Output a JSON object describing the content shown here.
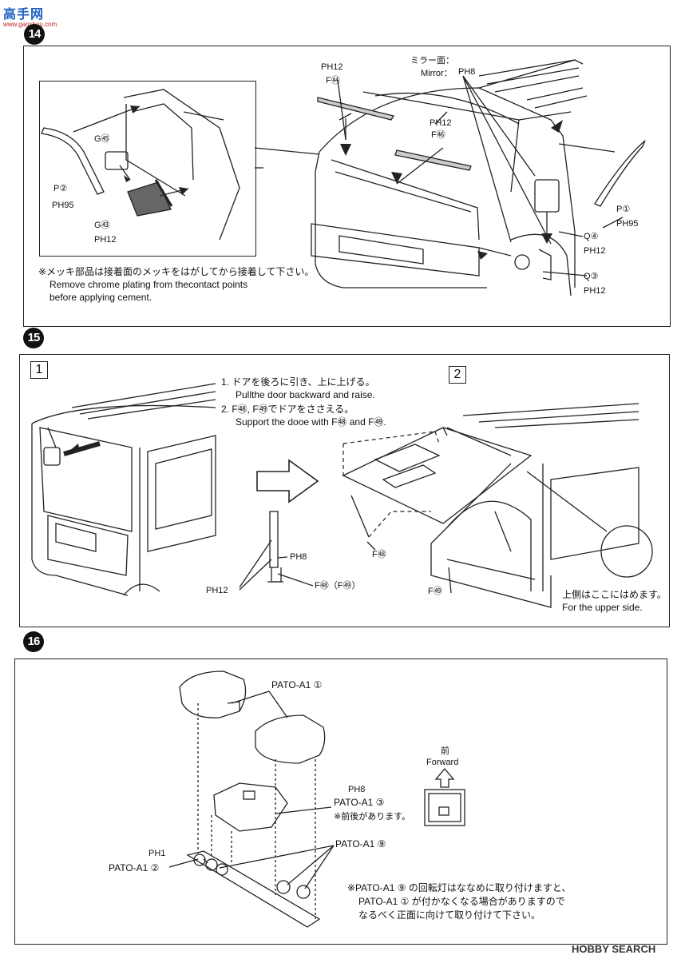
{
  "header_logo": {
    "site": "高手网",
    "url_text": "www.gaoshou.com"
  },
  "steps": {
    "s14": {
      "number": "14",
      "labels": {
        "g55": "G㊺",
        "p2": "P②",
        "ph95_left": "PH95",
        "g53": "G㊸",
        "ph12_left": "PH12",
        "ph12_top": "PH12",
        "f45": "F㊹",
        "mirror_face": "ミラー面：",
        "mirror": "Mirror：",
        "ph8_top": "PH8",
        "ph12_mid": "PH12",
        "f46": "F㊻",
        "p1": "P①",
        "ph95_right": "PH95",
        "q4": "Q④",
        "ph12_q4": "PH12",
        "q3": "Q③",
        "ph12_q3": "PH12"
      },
      "note_jp": "※メッキ部品は接着面のメッキをはがしてから接着して下さい。",
      "note_en1": "Remove chrome plating from thecontact points",
      "note_en2": "before applying cement."
    },
    "s15": {
      "number": "15",
      "box1": "1",
      "box2": "2",
      "instr1_jp": "1. ドアを後ろに引き、上に上げる。",
      "instr1_en": "Pullthe door backward and raise.",
      "instr2_jp": "2. F㊽, F㊾でドアをささえる。",
      "instr2_en": "Support the dooe with F㊽ and F㊾.",
      "ph8": "PH8",
      "ph12": "PH12",
      "f48_f49": "F㊽（F㊾）",
      "f48": "F㊽",
      "f49": "F㊾",
      "upper_jp": "上側はここにはめます。",
      "upper_en": "For the upper side."
    },
    "s16": {
      "number": "16",
      "pato_a1_1": "PATO-A1 ①",
      "ph8": "PH8",
      "pato_a1_3": "PATO-A1 ③",
      "front_back": "※前後があります。",
      "ph1": "PH1",
      "pato_a1_2": "PATO-A1 ②",
      "pato_a1_9": "PATO-A1 ⑨",
      "forward_jp": "前",
      "forward_en": "Forward",
      "note1": "※PATO-A1 ⑨ の回転灯はななめに取り付けますと、",
      "note2": "PATO-A1 ① が付かなくなる場合がありますので",
      "note3": "なるべく正面に向けて取り付けて下さい。"
    }
  },
  "watermark": "HOBBY SEARCH"
}
